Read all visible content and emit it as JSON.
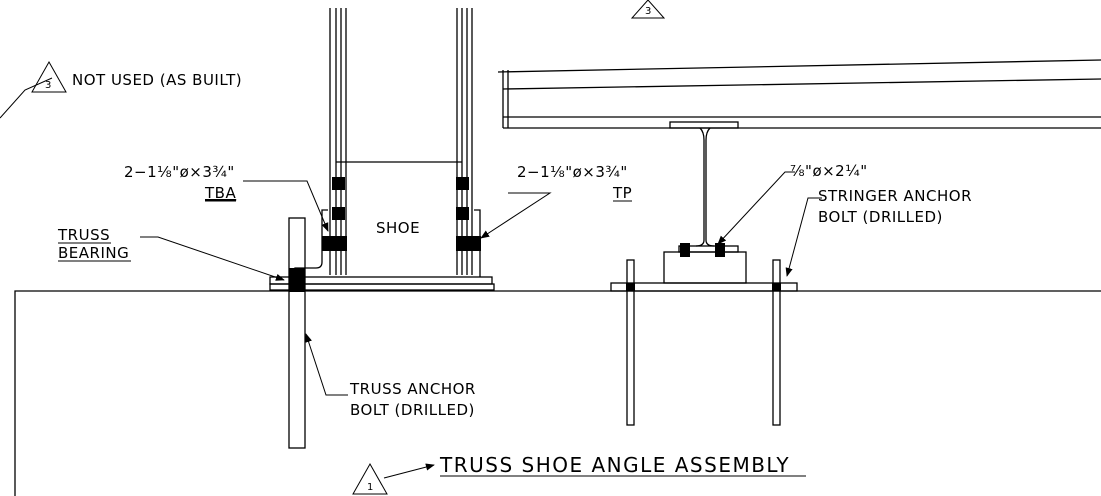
{
  "drawing": {
    "title": "TRUSS SHOE ANGLE ASSEMBLY",
    "title_revision": "1",
    "revision_note": {
      "revision": "3",
      "text": "NOT USED (AS BUILT)"
    },
    "top_revision": "3",
    "callouts": {
      "tba_bolt": {
        "size": "2−1⅛\"ø×3¾\"",
        "tag": "TBA"
      },
      "tp_bolt": {
        "size": "2−1⅛\"ø×3¾\"",
        "tag": "TP"
      },
      "truss_bearing": {
        "line1": "TRUSS",
        "line2": "BEARING"
      },
      "shoe": "SHOE",
      "stringer_bolt": "⅞\"ø×2¼\"",
      "stringer_anchor": {
        "line1": "STRINGER ANCHOR",
        "line2": "BOLT (DRILLED)"
      },
      "truss_anchor": {
        "line1": "TRUSS ANCHOR",
        "line2": "BOLT (DRILLED)"
      }
    }
  }
}
